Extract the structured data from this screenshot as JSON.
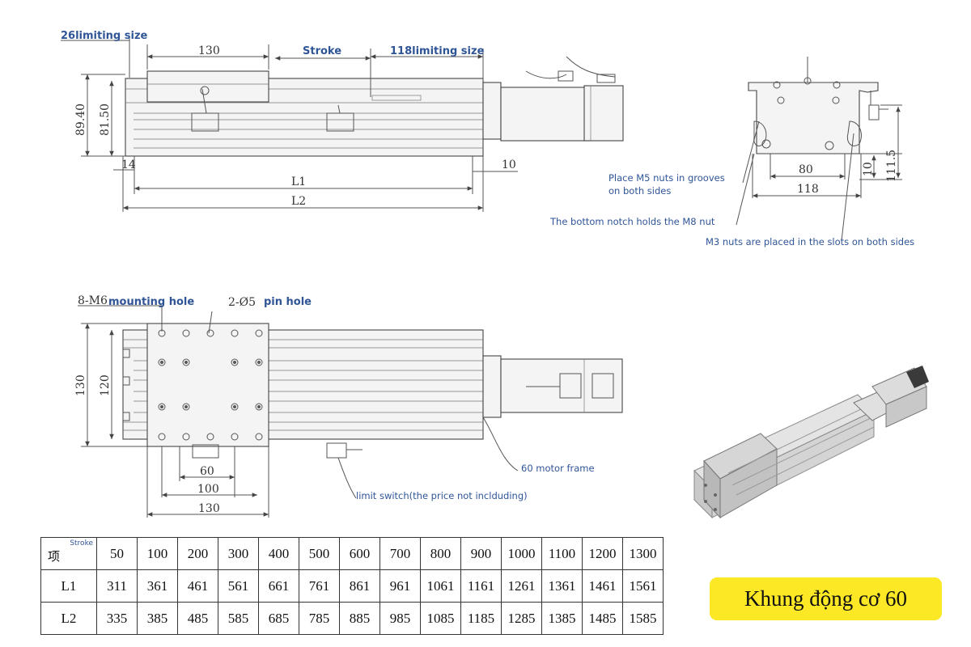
{
  "top_view": {
    "limit_left": "26limiting size",
    "dim_130": "130",
    "stroke": "Stroke",
    "limit_right": "118limiting size",
    "h_89": "89.40",
    "h_81": "81.50",
    "dim_14": "14",
    "dim_10": "10",
    "l1": "L1",
    "l2": "L2"
  },
  "end_view": {
    "dim_80": "80",
    "dim_118": "118",
    "dim_10": "10",
    "dim_111": "111.5",
    "note_m5_line1": "Place M5 nuts in grooves",
    "note_m5_line2": "on both sides",
    "note_m8": "The bottom notch holds the M8 nut",
    "note_m3": "M3 nuts are placed in the slots on both sides"
  },
  "plan_view": {
    "mounting_prefix": "8-M6",
    "mounting_label": "mounting hole",
    "pin_prefix": "2-Ø5",
    "pin_label": "pin hole",
    "h_130": "130",
    "h_120": "120",
    "dim_60": "60",
    "dim_100": "100",
    "dim_130": "130",
    "motor_frame": "60 motor frame",
    "limit_switch": "limit switch(the price not inclduding)"
  },
  "table": {
    "corner_stroke": "Stroke",
    "corner_item": "项",
    "strokes": [
      "50",
      "100",
      "200",
      "300",
      "400",
      "500",
      "600",
      "700",
      "800",
      "900",
      "1000",
      "1100",
      "1200",
      "1300"
    ],
    "rows": [
      {
        "label": "L1",
        "values": [
          "311",
          "361",
          "461",
          "561",
          "661",
          "761",
          "861",
          "961",
          "1061",
          "1161",
          "1261",
          "1361",
          "1461",
          "1561"
        ]
      },
      {
        "label": "L2",
        "values": [
          "335",
          "385",
          "485",
          "585",
          "685",
          "785",
          "885",
          "985",
          "1085",
          "1185",
          "1285",
          "1385",
          "1485",
          "1585"
        ]
      }
    ]
  },
  "badge": "Khung động cơ 60"
}
